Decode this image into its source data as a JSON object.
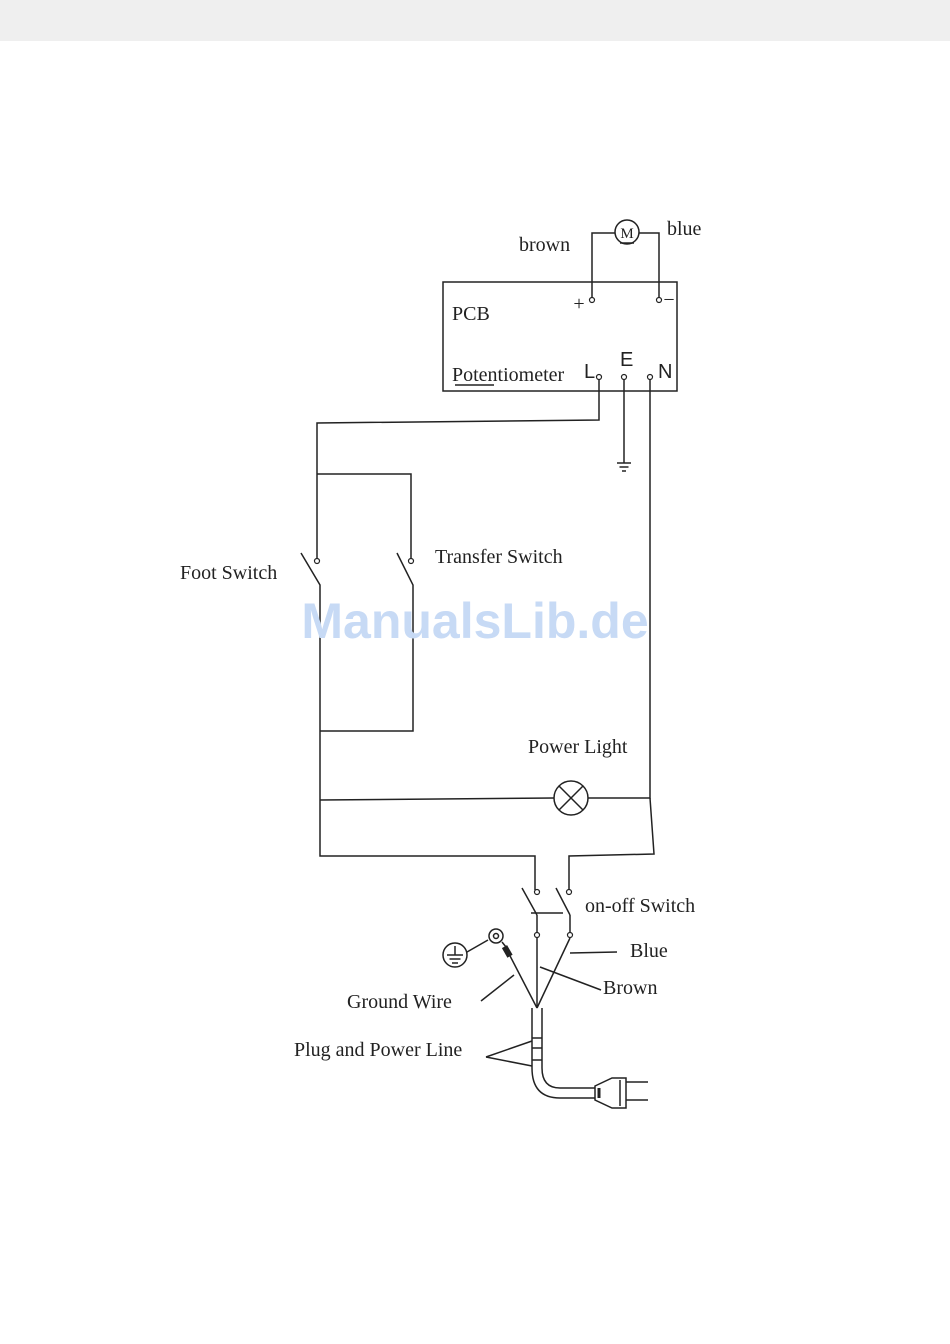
{
  "labels": {
    "brown_top": "brown",
    "blue_top": "blue",
    "motor_symbol": "M",
    "pcb": "PCB",
    "plus": "+",
    "minus": "−",
    "potentiometer": "Potentiometer",
    "terminal_l": "L",
    "terminal_e": "E",
    "terminal_n": "N",
    "foot_switch": "Foot Switch",
    "transfer_switch": "Transfer Switch",
    "power_light": "Power Light",
    "on_off_switch": "on-off Switch",
    "blue_wire": "Blue",
    "brown_wire": "Brown",
    "ground_wire": "Ground Wire",
    "plug_power_line": "Plug and Power Line"
  },
  "watermark": "ManualsLib.de",
  "colors": {
    "line": "#222222",
    "watermark": "#c7daf5",
    "header_bar": "#efefef"
  }
}
